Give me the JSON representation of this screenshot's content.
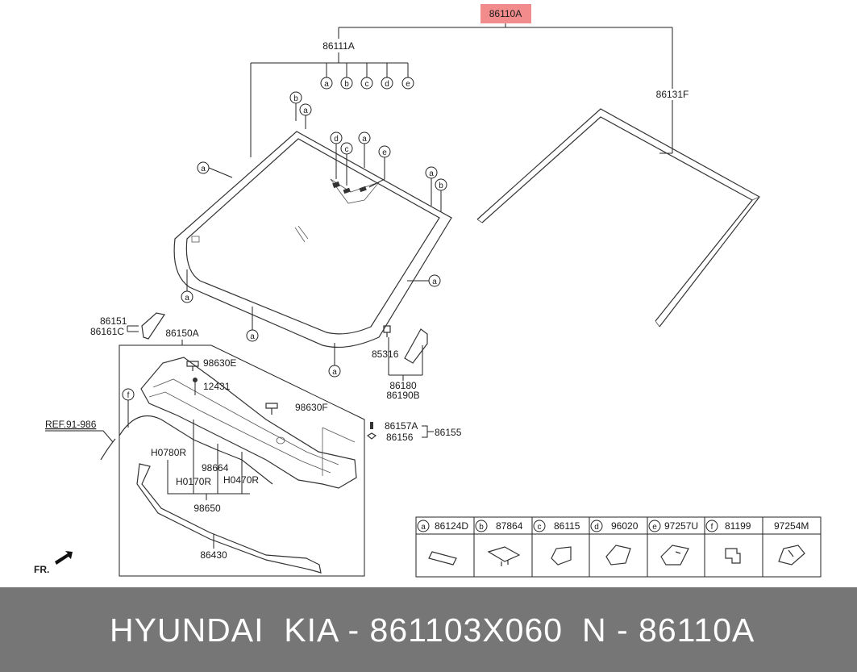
{
  "header_part": "86110A",
  "labels": {
    "assembly": "86111A",
    "moulding": "86131F",
    "cowl_sub": "86151",
    "cowl_sub2": "86161C",
    "cowl_panel": "86150A",
    "nozzle_e": "98630E",
    "screw": "12431",
    "nozzle_f": "98630F",
    "clip_a": "86157A",
    "clip_b": "86156",
    "clip_group": "86155",
    "seal": "85316",
    "cover1": "86180",
    "cover2": "86190B",
    "hose1": "H0780R",
    "connector": "98664",
    "hose2": "H0170R",
    "hose3": "H0470R",
    "hose_assy": "98650",
    "weatherstrip": "86430",
    "ref": "REF.91-986",
    "front": "FR."
  },
  "circle_letters": [
    "a",
    "b",
    "c",
    "d",
    "e"
  ],
  "circle_f": "f",
  "legend": [
    {
      "letter": "a",
      "part": "86124D"
    },
    {
      "letter": "b",
      "part": "87864"
    },
    {
      "letter": "c",
      "part": "86115"
    },
    {
      "letter": "d",
      "part": "96020"
    },
    {
      "letter": "e",
      "part": "97257U"
    },
    {
      "letter": "f",
      "part": "81199"
    },
    {
      "letter": "",
      "part": "97254M"
    }
  ],
  "footer": {
    "brand": "HYUNDAI  KIA - 861103X060",
    "code": "N - 86110A"
  },
  "colors": {
    "highlight": "#f28c8c",
    "footer_bg": "#767676"
  }
}
